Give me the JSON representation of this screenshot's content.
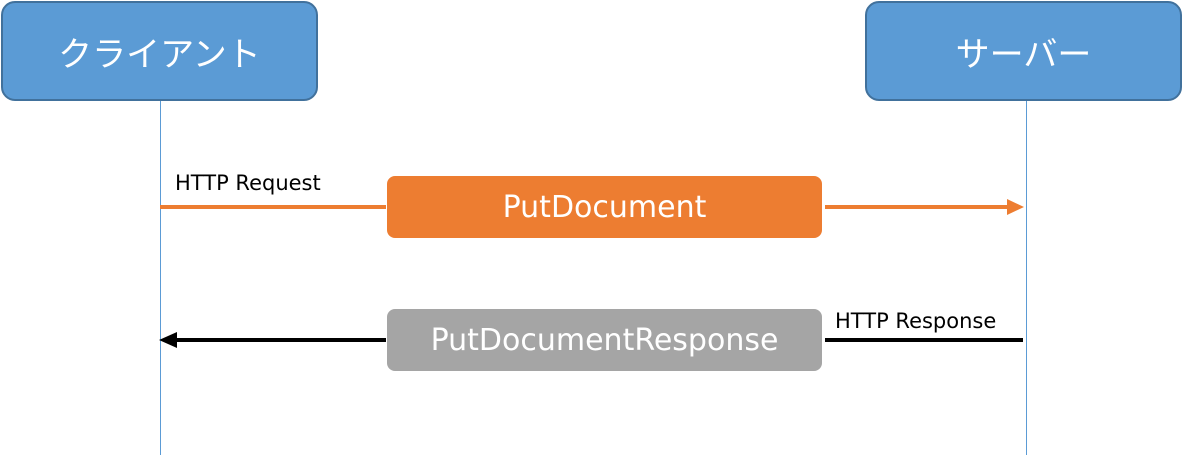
{
  "participants": {
    "client": "クライアント",
    "server": "サーバー"
  },
  "messages": {
    "request": {
      "label": "PutDocument",
      "caption": "HTTP Request"
    },
    "response": {
      "label": "PutDocumentResponse",
      "caption": "HTTP Response"
    }
  },
  "colors": {
    "participant_fill": "#5b9bd5",
    "participant_stroke": "#41719c",
    "request": "#ed7d31",
    "response_box": "#a5a5a5",
    "response_arrow": "#000000"
  }
}
